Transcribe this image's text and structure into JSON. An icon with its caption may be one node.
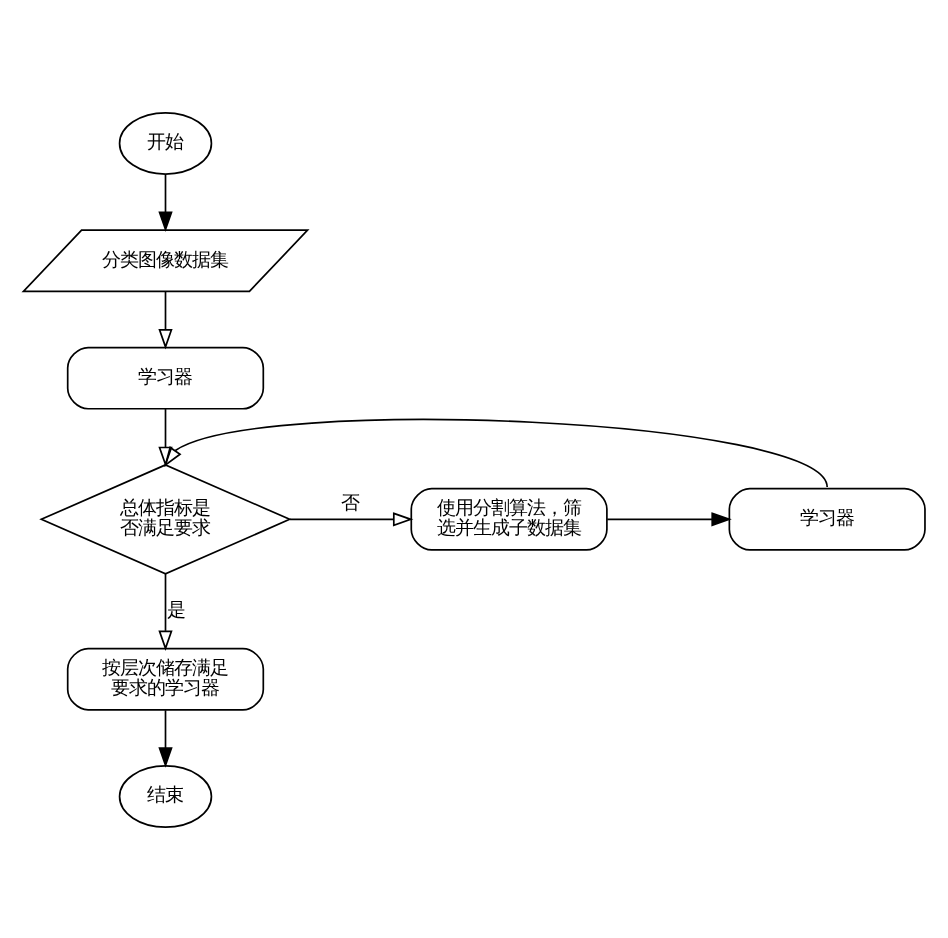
{
  "diagram": {
    "nodes": [
      {
        "text": [
          "开始"
        ]
      },
      {
        "text": [
          "分类图像数据集"
        ]
      },
      {
        "text": [
          "学习器"
        ]
      },
      {
        "text": [
          "总体指标是否满足要求"
        ]
      },
      {
        "text": [
          "使用分割算法，筛选并生成子数据集"
        ]
      },
      {
        "text": [
          "学习器"
        ]
      },
      {
        "text": [
          "按层次储存满足要求的学习器"
        ]
      },
      {
        "text": [
          "结束"
        ]
      }
    ],
    "edges": [
      {
        "from": 0,
        "to": 1,
        "arrow": "to"
      },
      {
        "from": 1,
        "to": 2,
        "arrow": "to"
      },
      {
        "from": 2,
        "to": 3,
        "arrow": "to"
      },
      {
        "from": 3,
        "to": 4,
        "arrow": "to",
        "label": "否"
      },
      {
        "from": 4,
        "to": 5,
        "arrow": "to"
      },
      {
        "from": 5,
        "to": 3,
        "arrow": "to"
      },
      {
        "from": 3,
        "to": 6,
        "arrow": "to",
        "label": "是"
      },
      {
        "from": 6,
        "to": 7,
        "arrow": "to"
      }
    ]
  }
}
